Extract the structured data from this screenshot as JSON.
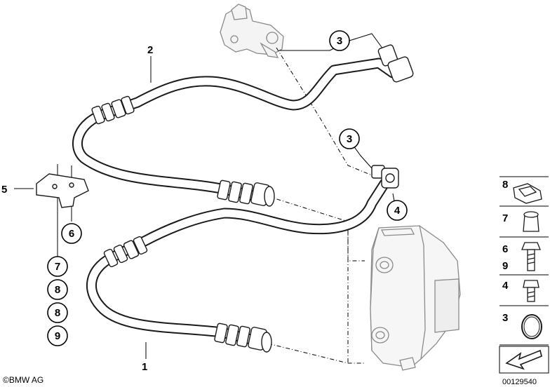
{
  "callouts": {
    "hose_upper": "2",
    "hose_lower": "1",
    "bracket": "5",
    "clip_upper": "3",
    "clip_mid": "3",
    "screw_right": "4",
    "bracket_screw": "6",
    "stack_7": "7",
    "stack_8a": "8",
    "stack_8b": "8",
    "stack_9": "9"
  },
  "parts_panel": {
    "items": [
      {
        "label": "8"
      },
      {
        "label": "7"
      },
      {
        "label": "6"
      },
      {
        "label": "9"
      },
      {
        "label": "4"
      },
      {
        "label": "3"
      }
    ]
  },
  "footer": {
    "brand": "©BMW AG",
    "image_number": "00129540"
  }
}
